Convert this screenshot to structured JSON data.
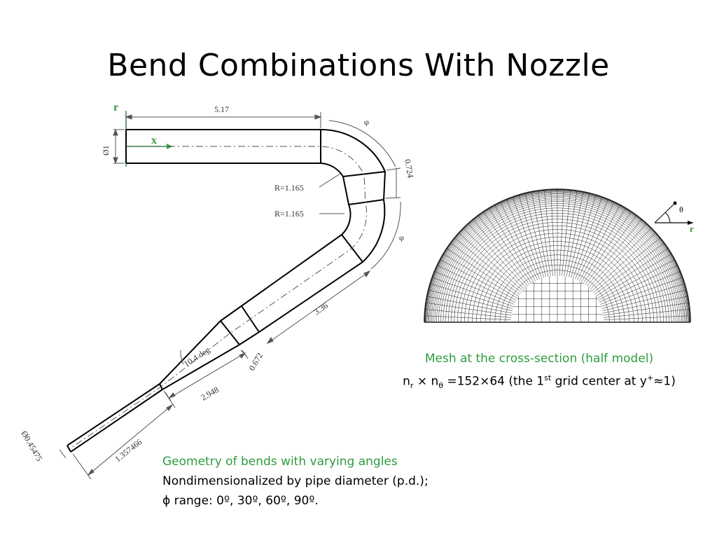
{
  "title": "Bend Combinations With Nozzle",
  "colors": {
    "green": "#2e9c3e",
    "line": "#000000",
    "dim": "#555555"
  },
  "geometry": {
    "axis_r": "r",
    "axis_x": "x",
    "len_straight": "5.17",
    "diameter": "Ø1",
    "phi": "φ",
    "phi2": "φ",
    "radius1": "R=1.165",
    "radius2": "R=1.165",
    "bend_len": "0.724",
    "seg_len": "3.36",
    "seg2": "0.672",
    "angle": "10.4 deg",
    "nozzle_len": "2.948",
    "outlet_len": "1.357466",
    "outlet_d": "Ø0.45475"
  },
  "mesh": {
    "theta": "θ",
    "r": "r"
  },
  "caption_mesh": {
    "line1": "Mesh at the cross-section (half model)",
    "line2_n": "n",
    "line2_r": "r",
    "line2_x": " × n",
    "line2_t": "θ",
    "line2_eq": " =152×64 (the 1",
    "line2_st": "st",
    "line2_rest": " grid center at y",
    "line2_plus": "+",
    "line2_end": "≈1)"
  },
  "caption_geo": {
    "line1": "Geometry of bends with varying  angles",
    "line2": "Nondimensionalized by  pipe diameter (p.d.);",
    "line3": "ϕ range: 0º, 30º, 60º, 90º."
  }
}
